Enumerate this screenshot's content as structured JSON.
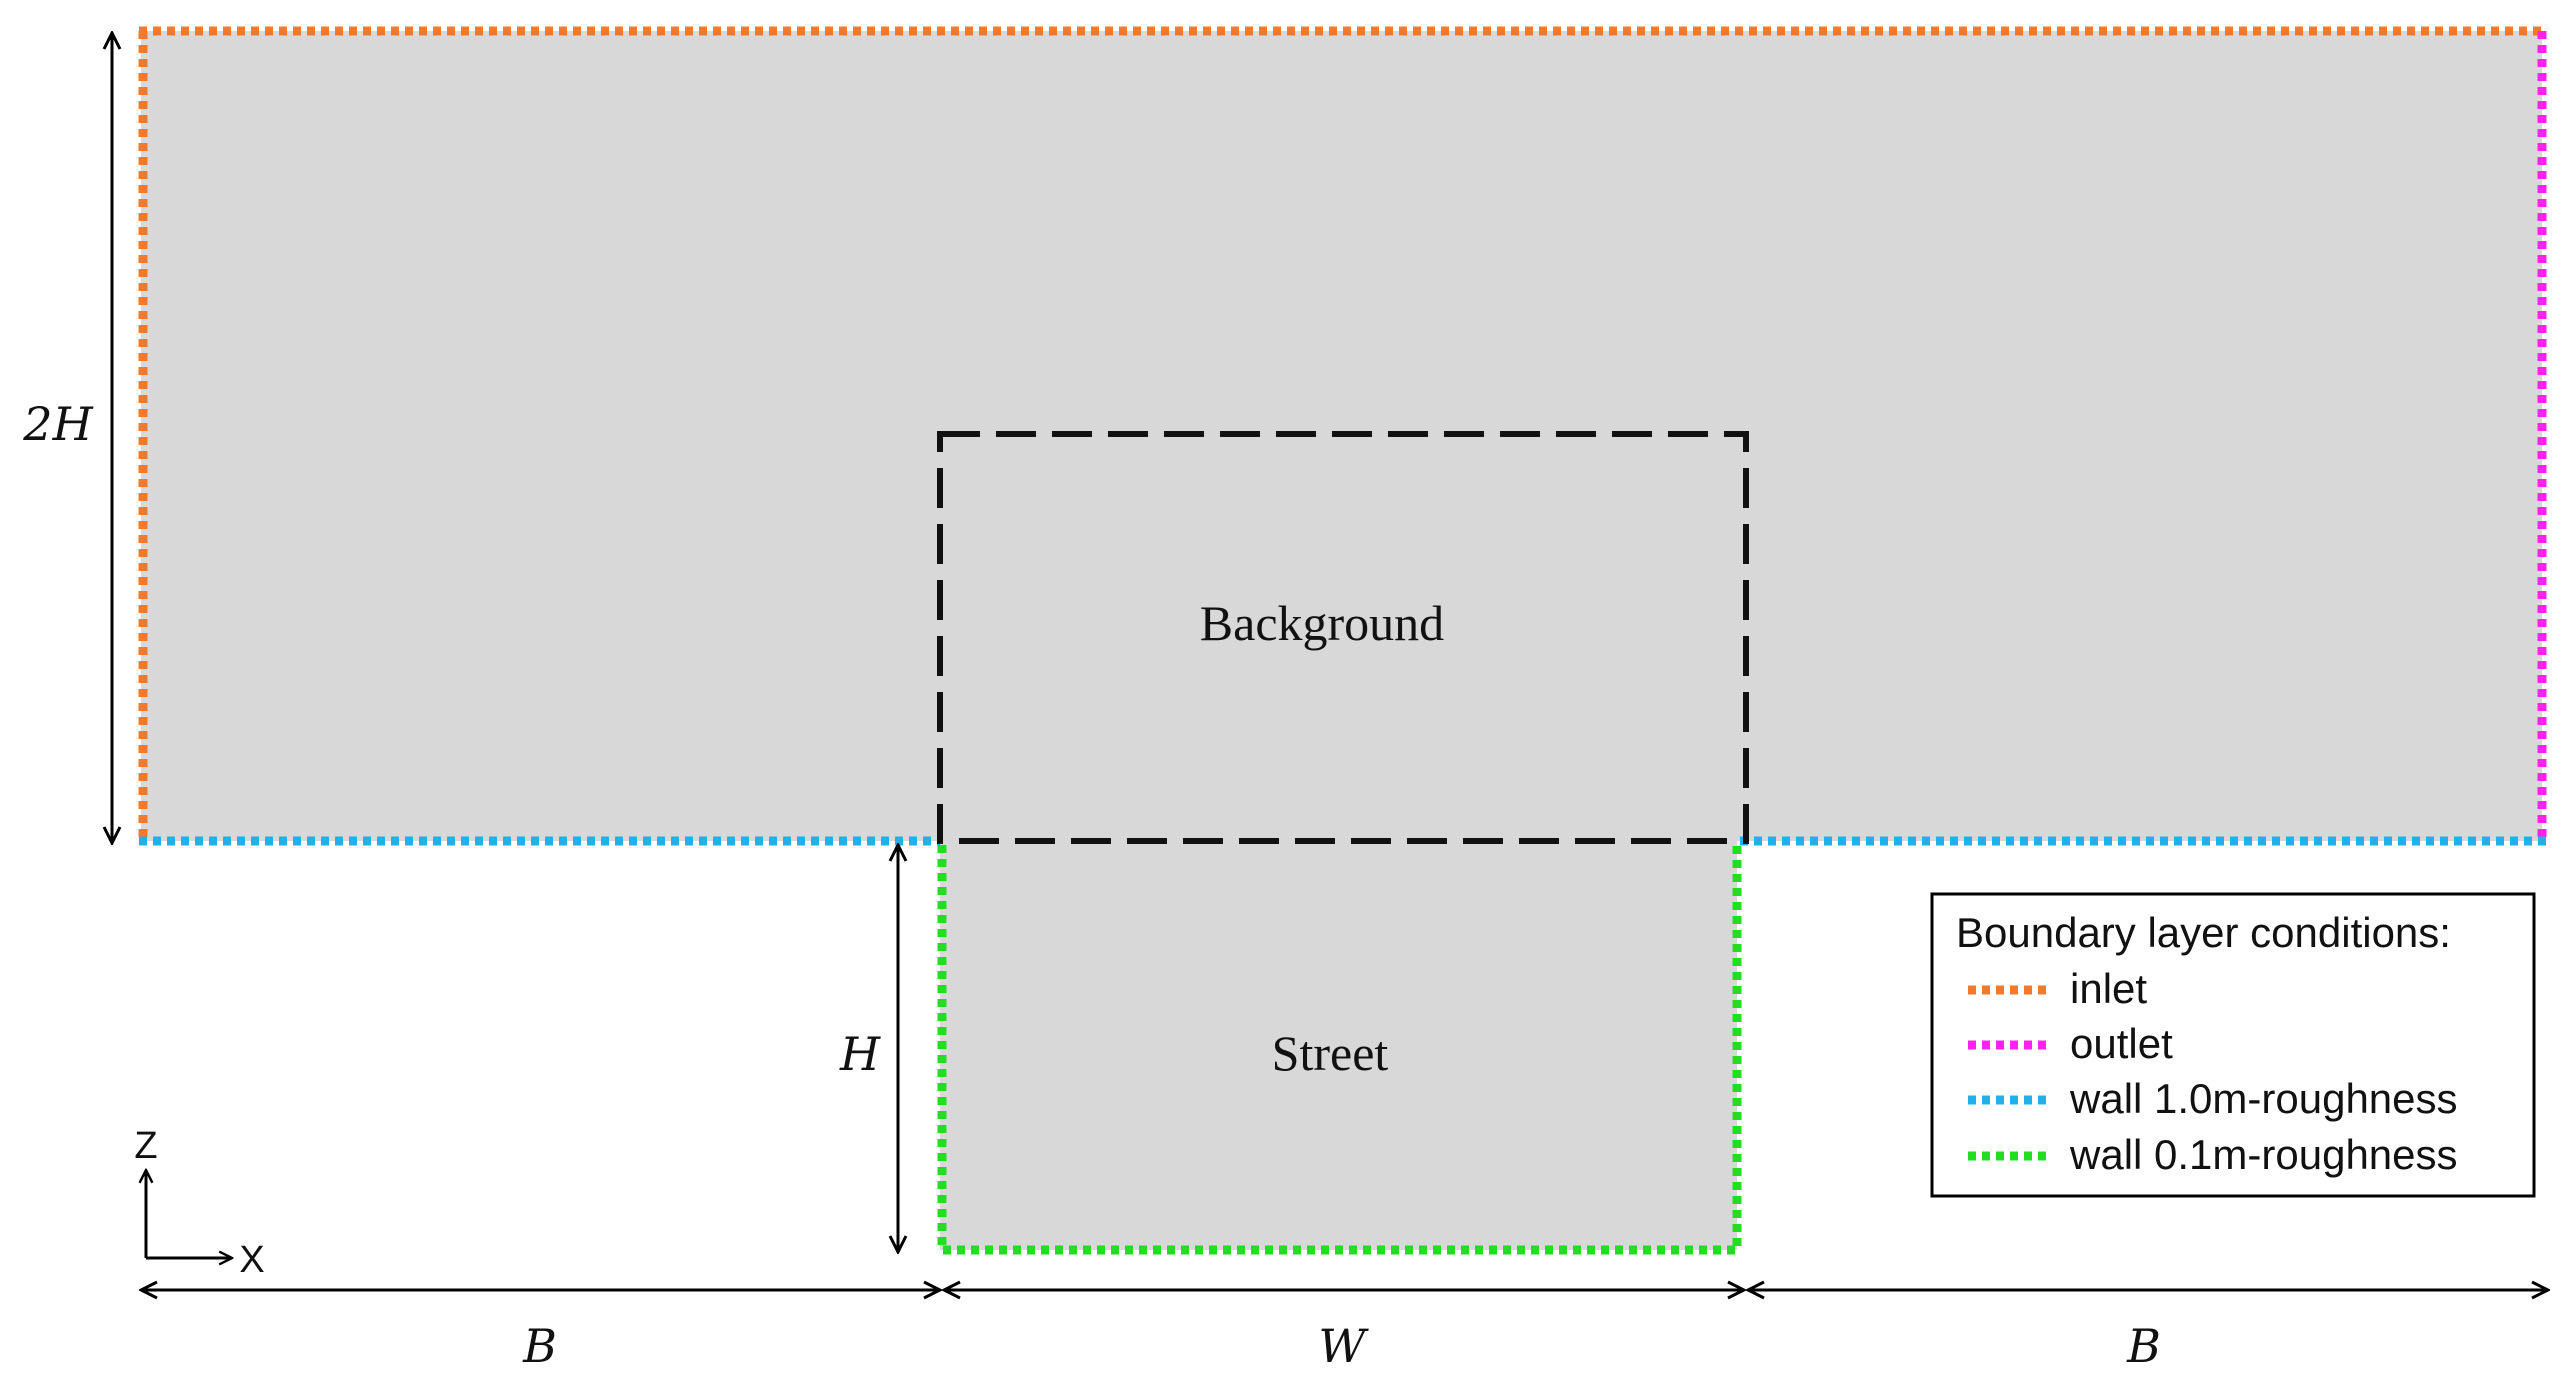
{
  "labels": {
    "background": "Background",
    "street": "Street",
    "height_2h": "2H",
    "height_h": "H",
    "width_b_left": "B",
    "width_w": "W",
    "width_b_right": "B",
    "axis_z": "Z",
    "axis_x": "X"
  },
  "legend": {
    "title": "Boundary layer conditions:",
    "items": [
      {
        "label": "inlet",
        "color": "#f4792b"
      },
      {
        "label": "outlet",
        "color": "#ff22ee"
      },
      {
        "label": "wall 1.0m-roughness",
        "color": "#22b0ea"
      },
      {
        "label": "wall 0.1m-roughness",
        "color": "#22dd22"
      }
    ]
  },
  "colors": {
    "domain_fill": "#d8d8d8",
    "background_box_stroke": "#111111",
    "dimension_arrows": "#000000"
  }
}
